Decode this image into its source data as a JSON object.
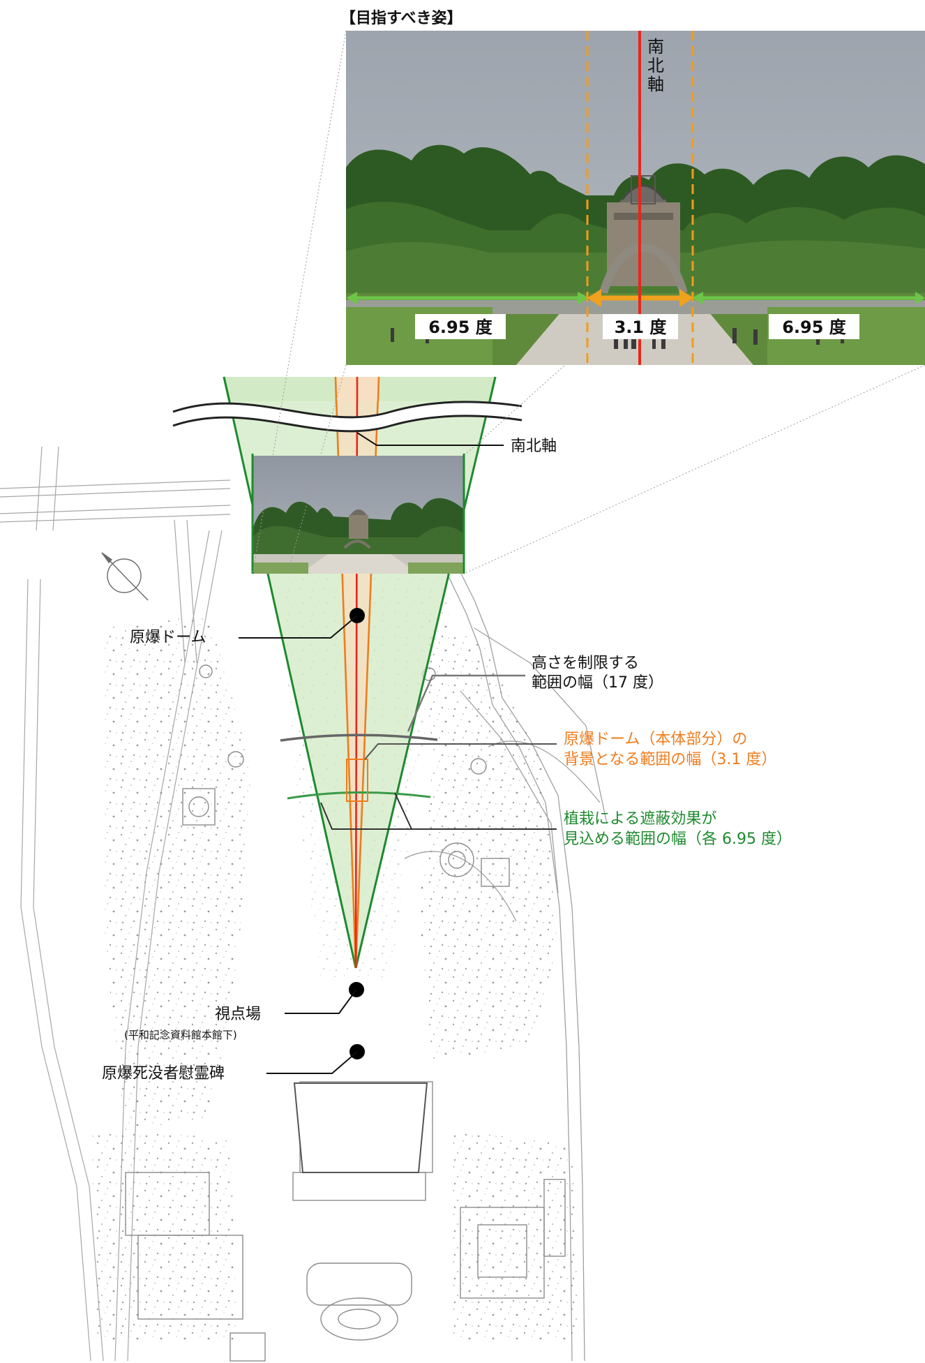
{
  "header": {
    "title": "【目指すべき姿】"
  },
  "photo": {
    "axis_label_chars": [
      "南",
      "北",
      "軸"
    ],
    "left_angle": "6.95 度",
    "center_angle": "3.1 度",
    "right_angle": "6.95 度"
  },
  "labels": {
    "ns_axis": "南北軸",
    "atomic_dome": "原爆ドーム",
    "height_range_line1": "高さを制限する",
    "height_range_line2": "範囲の幅（17 度）",
    "dome_background_line1": "原爆ドーム（本体部分）の",
    "dome_background_line2": "背景となる範囲の幅（3.1 度）",
    "planting_line1": "植栽による遮蔽効果が",
    "planting_line2": "見込める範囲の幅（各 6.95 度）",
    "cenotaph": "原爆死没者慰霊碑",
    "viewpoint": "視点場",
    "viewpoint_sub": "(平和記念資料館本館下)"
  },
  "colors": {
    "red_axis": "#e8261c",
    "orange": "#ee7d1e",
    "green": "#1e8a2e",
    "green_fill": "#cfe9c0",
    "orange_fill": "#f6dfc2",
    "gray_line": "#777777",
    "sky": "#a2a9b2",
    "green_arrow": "#6ec54a",
    "orange_arrow": "#f0a21e"
  },
  "icons": {
    "compass": "north-arrow-icon"
  }
}
